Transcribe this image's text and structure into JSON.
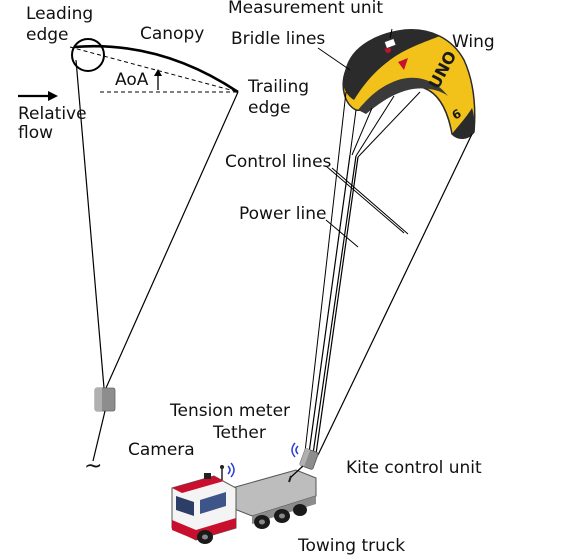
{
  "labels": {
    "leading_edge_1": "Leading",
    "leading_edge_2": "edge",
    "canopy": "Canopy",
    "aoa": "AoA",
    "trailing_edge_1": "Trailing",
    "trailing_edge_2": "edge",
    "relative_flow_1": "Relative",
    "relative_flow_2": "flow",
    "measurement_unit": "Measurement unit",
    "bridle_lines": "Bridle lines",
    "wing": "Wing",
    "control_lines": "Control lines",
    "power_line": "Power line",
    "tension_meter": "Tension meter",
    "tether": "Tether",
    "camera": "Camera",
    "kite_control_unit": "Kite control unit",
    "towing_truck": "Towing truck",
    "kite_logo": "UNO",
    "kite_number": "6",
    "tilde": "~"
  },
  "colors": {
    "kite_yellow": "#f2c21a",
    "kite_dark": "#2b2b2b",
    "truck_red": "#c8102e",
    "truck_white": "#f4f4f4",
    "truck_grey": "#9a9a9a",
    "signal_blue": "#2a3fd6"
  }
}
